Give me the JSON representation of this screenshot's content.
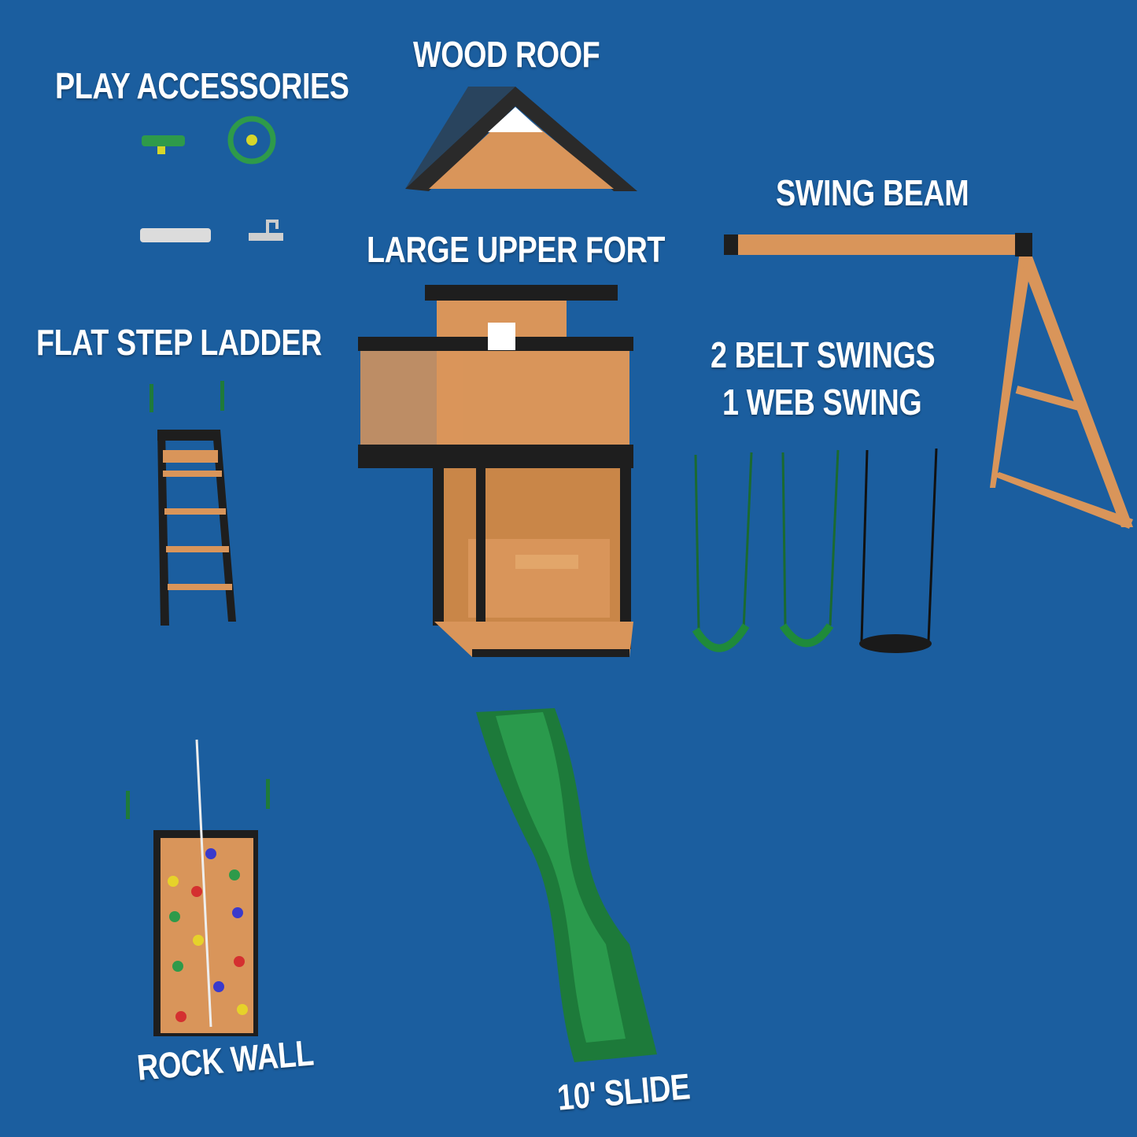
{
  "labels": {
    "play_accessories": "PLAY ACCESSORIES",
    "wood_roof": "WOOD ROOF",
    "swing_beam": "SWING BEAM",
    "large_upper_fort": "LARGE UPPER FORT",
    "flat_step_ladder": "FLAT STEP LADDER",
    "swings_line1": "2 BELT SWINGS",
    "swings_line2": "1 WEB SWING",
    "rock_wall": "ROCK WALL",
    "slide": "10' SLIDE"
  },
  "colors": {
    "background": "#1b5e9f",
    "wood": "#d9955a",
    "dark": "#1e1e1e",
    "green": "#1f7a3a"
  }
}
